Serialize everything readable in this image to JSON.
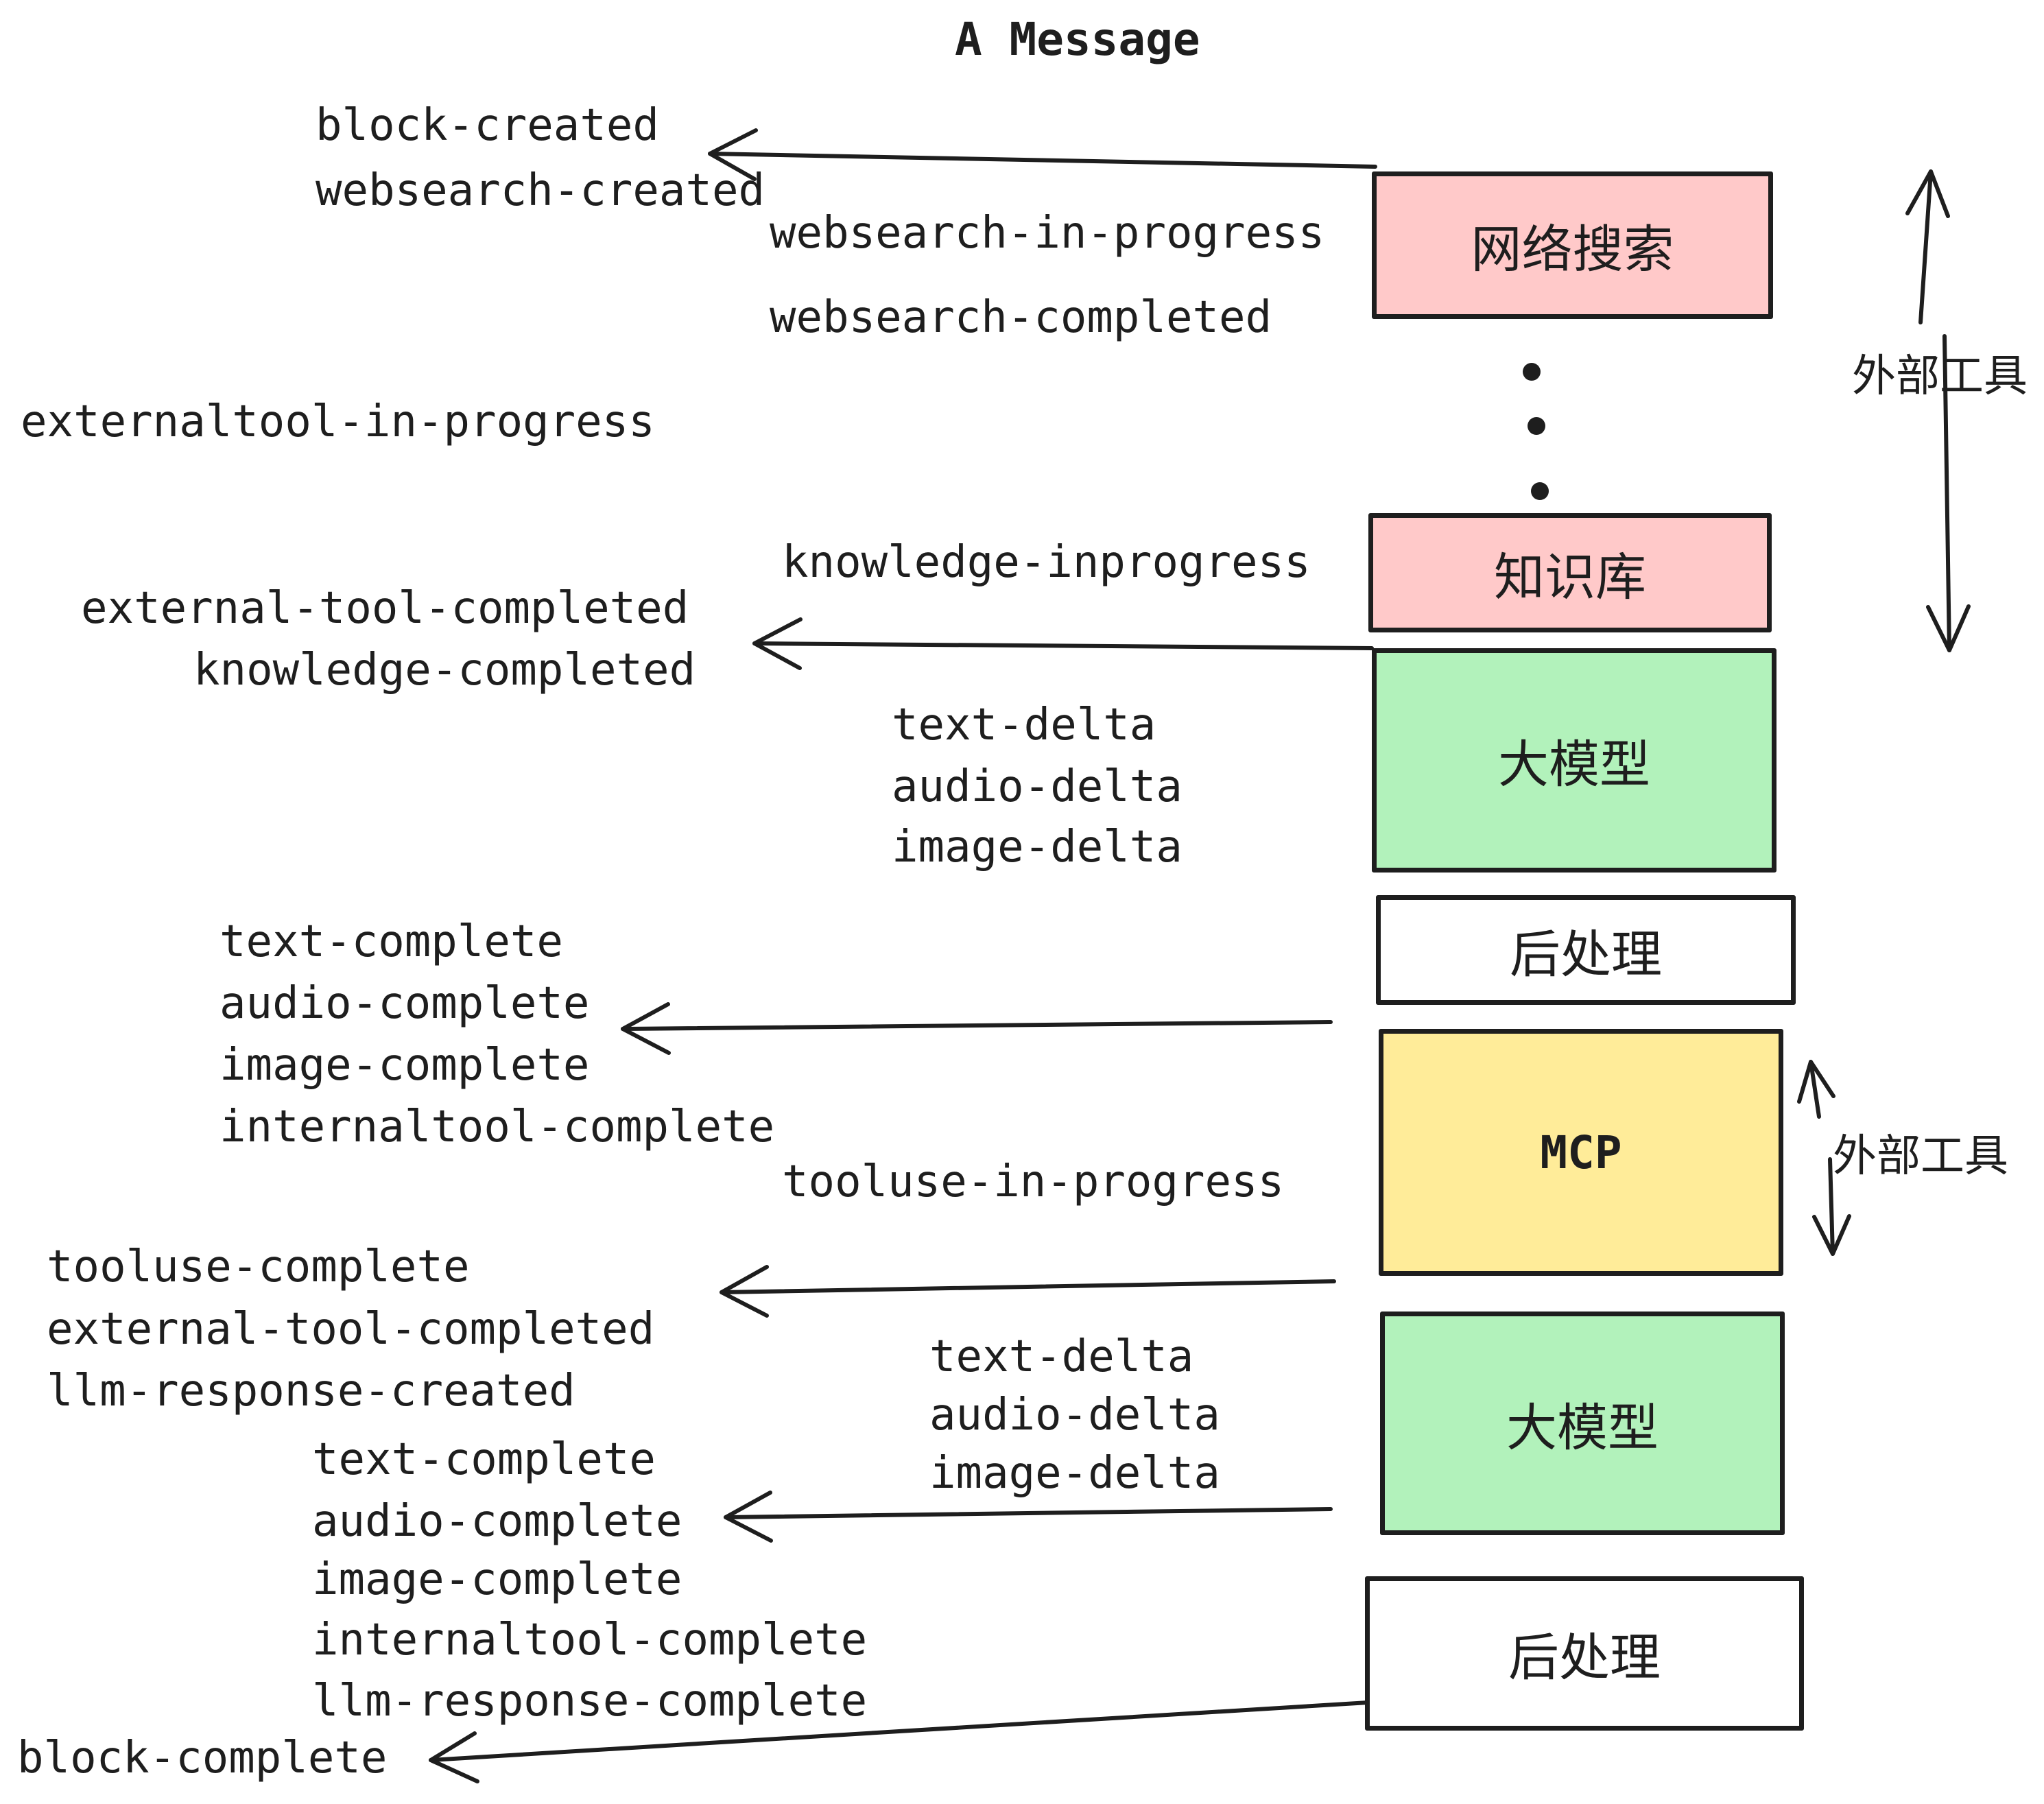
{
  "title": "A Message",
  "colors": {
    "pink": "#ffc9c9",
    "green": "#b2f2bb",
    "yellow": "#ffec99",
    "white": "#ffffff",
    "stroke": "#1e1e1e"
  },
  "boxes": {
    "websearch": "网络搜索",
    "knowledge": "知识库",
    "llm1": "大模型",
    "post1": "后处理",
    "mcp": "MCP",
    "llm2": "大模型",
    "post2": "后处理"
  },
  "side_labels": {
    "external_tools_upper": "外部工具",
    "external_tools_lower": "外部工具"
  },
  "events": {
    "block_created": "block-created",
    "websearch_created": "websearch-created",
    "websearch_in_progress": "websearch-in-progress",
    "websearch_completed": "websearch-completed",
    "externaltool_in_progress": "externaltool-in-progress",
    "knowledge_inprogress": "knowledge-inprogress",
    "external_tool_completed": "external-tool-completed",
    "knowledge_completed": "knowledge-completed",
    "delta1": [
      "text-delta",
      "audio-delta",
      "image-delta"
    ],
    "complete1": [
      "text-complete",
      "audio-complete",
      "image-complete",
      "internaltool-complete"
    ],
    "tooluse_in_progress": "tooluse-in-progress",
    "tooluse_complete": "tooluse-complete",
    "external_tool_completed2": "external-tool-completed",
    "llm_response_created": "llm-response-created",
    "delta2": [
      "text-delta",
      "audio-delta",
      "image-delta"
    ],
    "complete2": [
      "text-complete",
      "audio-complete",
      "image-complete",
      "internaltool-complete",
      "llm-response-complete"
    ],
    "block_complete": "block-complete"
  }
}
